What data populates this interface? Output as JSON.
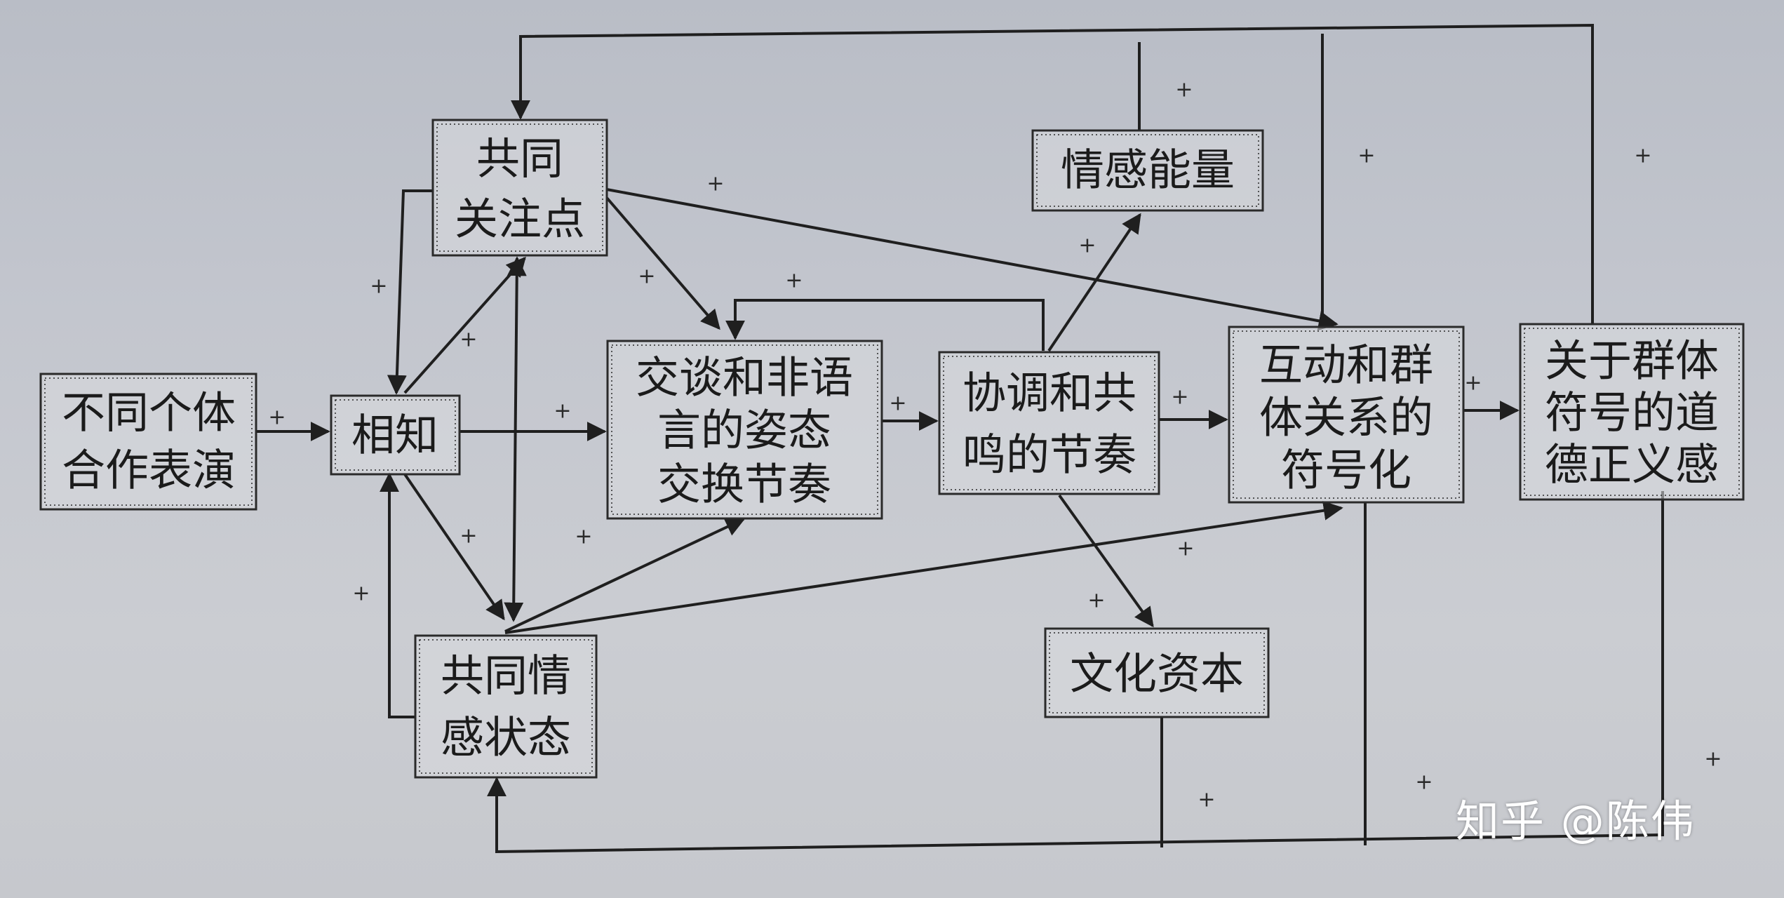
{
  "diagram": {
    "nodes": [
      {
        "id": "cooperative-performance",
        "lines": [
          "不同个体",
          "合作表演"
        ]
      },
      {
        "id": "mutual-awareness",
        "lines": [
          "相知"
        ]
      },
      {
        "id": "shared-focus",
        "lines": [
          "共同",
          "关注点"
        ]
      },
      {
        "id": "shared-mood",
        "lines": [
          "共同情",
          "感状态"
        ]
      },
      {
        "id": "rhythmic-exchange",
        "lines": [
          "交谈和非语",
          "言的姿态",
          "交换节奏"
        ]
      },
      {
        "id": "rhythmic-entrainment",
        "lines": [
          "协调和共",
          "鸣的节奏"
        ]
      },
      {
        "id": "emotional-energy",
        "lines": [
          "情感能量"
        ]
      },
      {
        "id": "cultural-capital",
        "lines": [
          "文化资本"
        ]
      },
      {
        "id": "symbolization",
        "lines": [
          "互动和群",
          "体关系的",
          "符号化"
        ]
      },
      {
        "id": "moral-righteousness",
        "lines": [
          "关于群体",
          "符号的道",
          "德正义感"
        ]
      }
    ],
    "edge_sign": "+",
    "watermark": "知乎 @陈伟"
  }
}
